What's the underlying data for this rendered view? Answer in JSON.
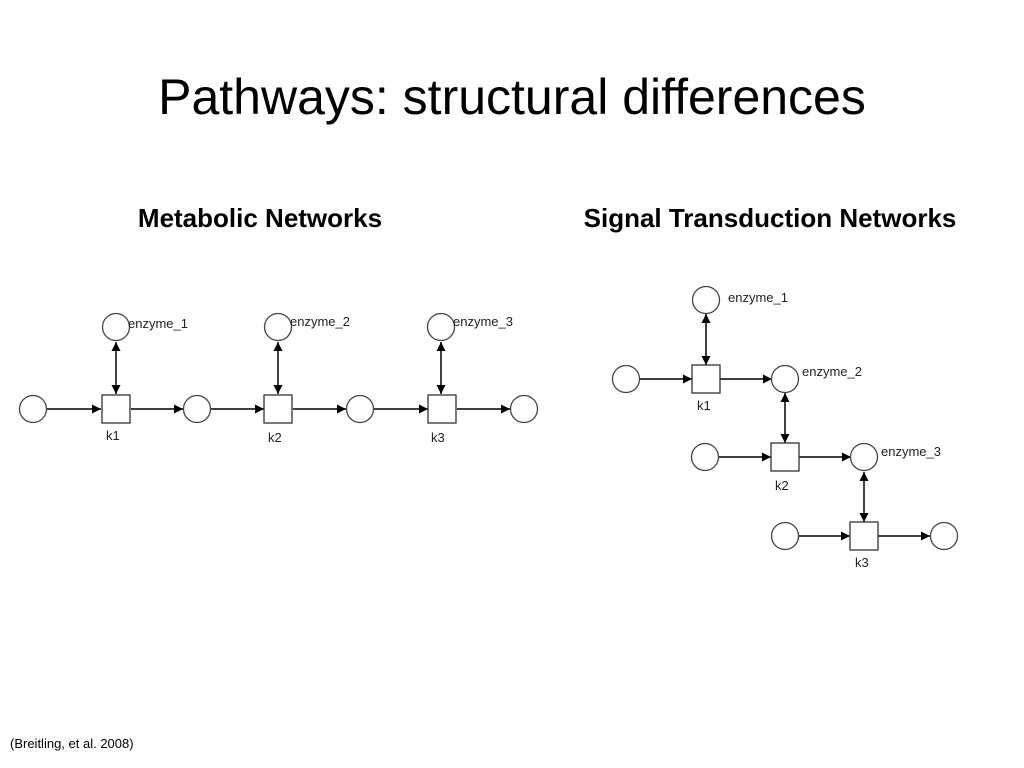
{
  "slide": {
    "title": "Pathways: structural differences",
    "citation": "(Breitling, et al. 2008)"
  },
  "metabolic": {
    "heading": "Metabolic Networks",
    "enzymes": [
      "enzyme_1",
      "enzyme_2",
      "enzyme_3"
    ],
    "reactions": [
      "k1",
      "k2",
      "k3"
    ]
  },
  "signal": {
    "heading": "Signal Transduction Networks",
    "enzymes": [
      "enzyme_1",
      "enzyme_2",
      "enzyme_3"
    ],
    "reactions": [
      "k1",
      "k2",
      "k3"
    ]
  }
}
